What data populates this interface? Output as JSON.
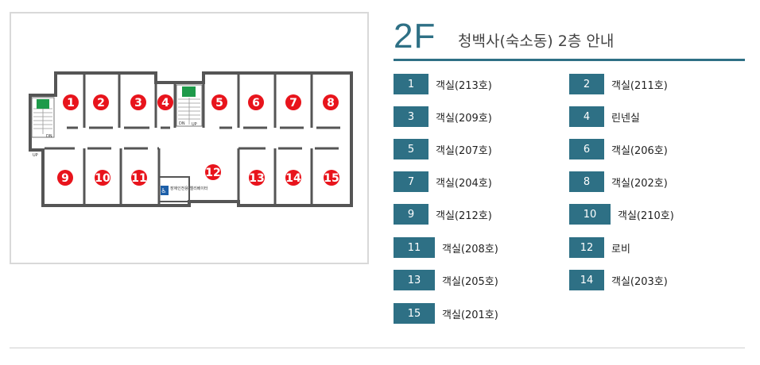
{
  "header": {
    "floor": "2F",
    "subtitle": "청백사(숙소동) 2층 안내"
  },
  "legend": [
    {
      "num": "1",
      "label": "객실(213호)"
    },
    {
      "num": "2",
      "label": "객실(211호)"
    },
    {
      "num": "3",
      "label": "객실(209호)"
    },
    {
      "num": "4",
      "label": "린넨실"
    },
    {
      "num": "5",
      "label": "객실(207호)"
    },
    {
      "num": "6",
      "label": "객실(206호)"
    },
    {
      "num": "7",
      "label": "객실(204호)"
    },
    {
      "num": "8",
      "label": "객실(202호)"
    },
    {
      "num": "9",
      "label": "객실(212호)"
    },
    {
      "num": "10",
      "label": "객실(210호)"
    },
    {
      "num": "11",
      "label": "객실(208호)"
    },
    {
      "num": "12",
      "label": "로비"
    },
    {
      "num": "13",
      "label": "객실(205호)"
    },
    {
      "num": "14",
      "label": "객실(203호)"
    },
    {
      "num": "15",
      "label": "객실(201호)"
    }
  ],
  "map": {
    "markers": [
      "1",
      "2",
      "3",
      "4",
      "5",
      "6",
      "7",
      "8",
      "9",
      "10",
      "11",
      "12",
      "13",
      "14",
      "15"
    ],
    "stair_up": "UP",
    "stair_down": "DN",
    "accessible_note": "장애인전용 엘리베이터"
  },
  "colors": {
    "accent": "#2e7085",
    "marker": "#e8141c",
    "exit_sign": "#1e9a4a"
  }
}
